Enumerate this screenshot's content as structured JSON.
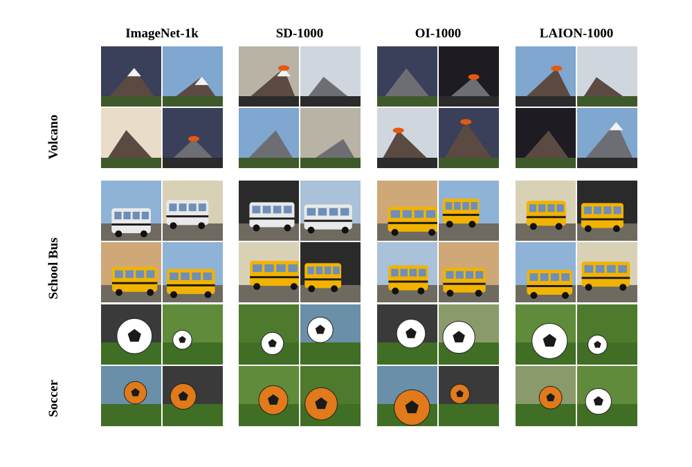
{
  "columns": [
    "ImageNet-1k",
    "SD-1000",
    "OI-1000",
    "LAION-1000"
  ],
  "rows": [
    "Volcano",
    "School Bus",
    "Soccer"
  ],
  "palette": {
    "volcano": [
      "#8a8f96",
      "#c9c2b8",
      "#e8570f",
      "#2d2a2a"
    ],
    "bus": [
      "#f2b300",
      "#1c1c1c",
      "#6d8fb8",
      "#9c9a8e"
    ],
    "soccer": [
      "#4d7a2c",
      "#ffffff",
      "#1a1a1a",
      "#e07a1a"
    ]
  }
}
